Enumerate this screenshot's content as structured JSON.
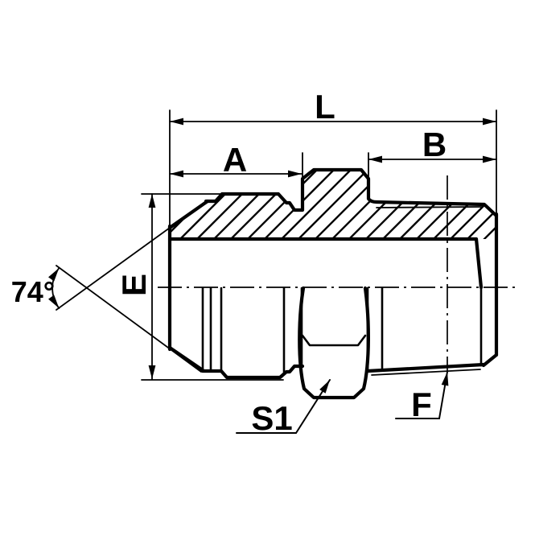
{
  "drawing": {
    "labels": {
      "overall_length": "L",
      "length_a": "A",
      "length_b": "B",
      "diameter_e": "E",
      "hex_s1": "S1",
      "dim_f": "F",
      "cone_angle": "74°"
    },
    "colors": {
      "line": "#000000",
      "background": "#ffffff"
    }
  }
}
